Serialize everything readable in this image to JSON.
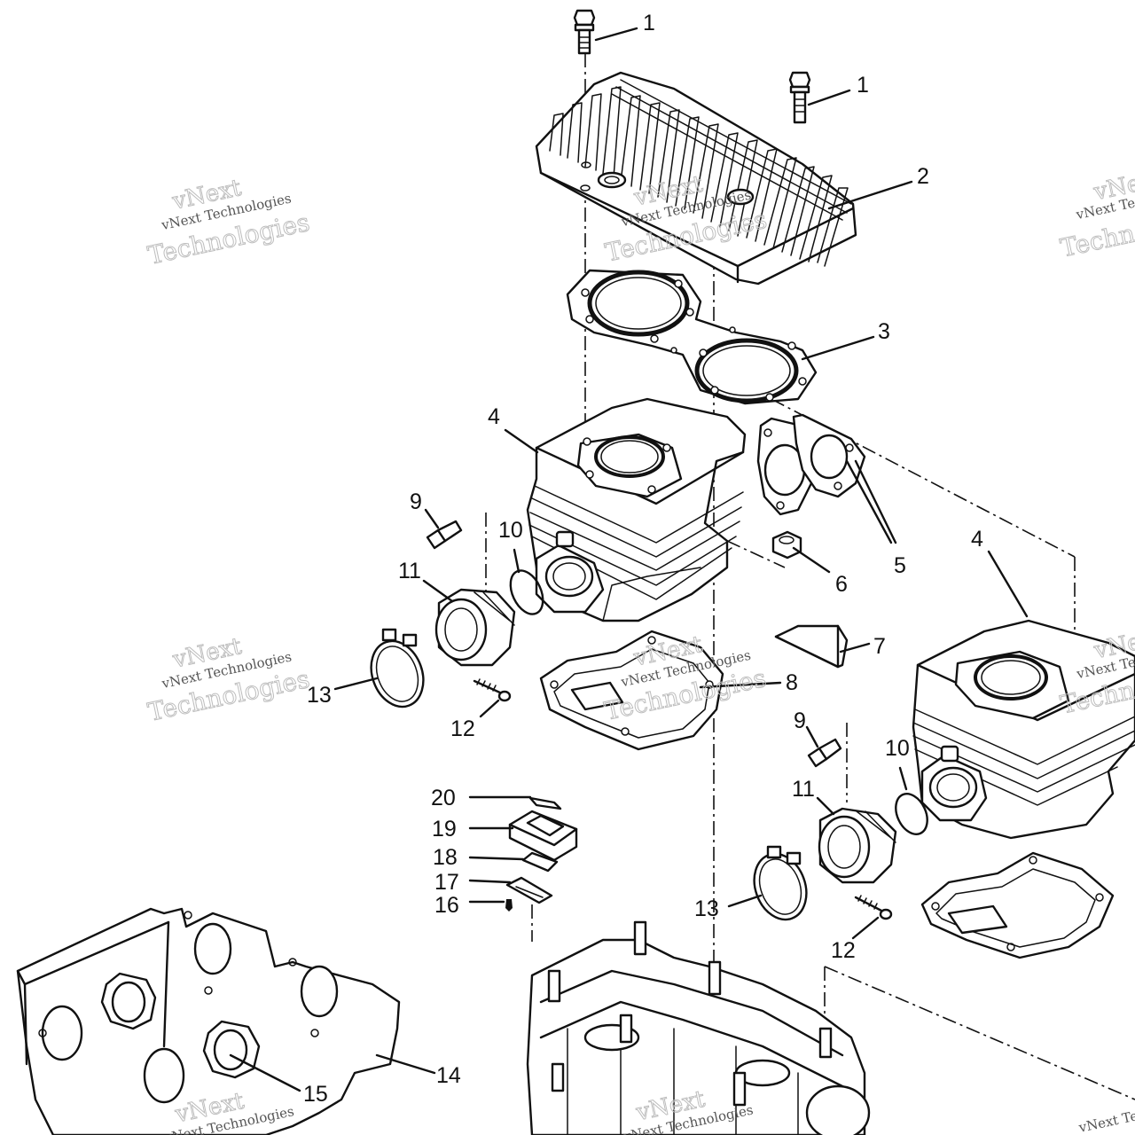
{
  "diagram": {
    "callouts": {
      "c1a": "1",
      "c1b": "1",
      "c2": "2",
      "c3": "3",
      "c4a": "4",
      "c4b": "4",
      "c5": "5",
      "c6": "6",
      "c7": "7",
      "c8": "8",
      "c9a": "9",
      "c9b": "9",
      "c10a": "10",
      "c10b": "10",
      "c11a": "11",
      "c11b": "11",
      "c12a": "12",
      "c12b": "12",
      "c13a": "13",
      "c13b": "13",
      "c14": "14",
      "c15": "15",
      "c16": "16",
      "c17": "17",
      "c18": "18",
      "c19": "19",
      "c20": "20"
    },
    "watermark": {
      "brand": "vNext",
      "line1": "vNext Technologies",
      "line2": "Technologies"
    }
  }
}
